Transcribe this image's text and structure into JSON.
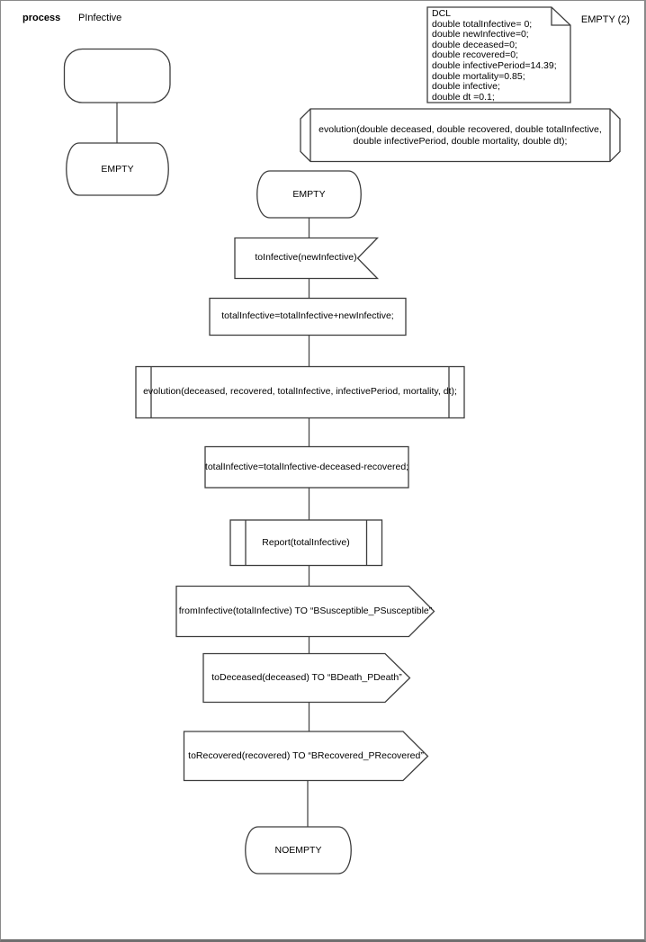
{
  "header": {
    "kind": "process",
    "name": "PInfective",
    "empty_note": "EMPTY (2)"
  },
  "dcl_note": {
    "lines": [
      "DCL",
      "double totalInfective= 0;",
      "double newInfective=0;",
      "double deceased=0;",
      "double recovered=0;",
      "double infectivePeriod=14.39;",
      "double mortality=0.85;",
      "double infective;",
      "double dt =0.1;"
    ]
  },
  "procedure_declaration": {
    "line1": "evolution(double deceased, double recovered, double totalInfective,",
    "line2": "double infectivePeriod, double mortality, double dt);"
  },
  "flow": {
    "initial_state": "EMPTY",
    "wait_state": "EMPTY",
    "input_signal": "toInfective(newInfective)",
    "task_accumulate": "totalInfective=totalInfective+newInfective;",
    "call_evolution": "evolution(deceased, recovered, totalInfective, infectivePeriod, mortality, dt);",
    "task_reduce": "totalInfective=totalInfective-deceased-recovered;",
    "call_report": "Report(totalInfective)",
    "output_to_susceptible": "fromInfective(totalInfective) TO “BSusceptible_PSusceptible”",
    "output_to_death": "toDeceased(deceased) TO “BDeath_PDeath”",
    "output_to_recovered": "toRecovered(recovered) TO “BRecovered_PRecovered”",
    "final_state": "NOEMPTY"
  },
  "colors": {
    "shape_stroke": "#3d3d3d",
    "connector": "#4a4a4a",
    "page_border": "#808080"
  }
}
